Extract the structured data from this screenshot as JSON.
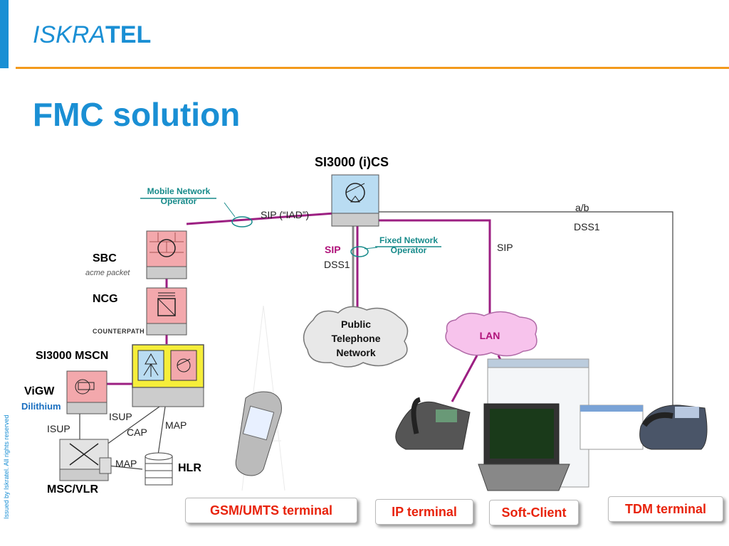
{
  "header": {
    "logo_part1": "ISKRA",
    "logo_part2": "TEL",
    "title": "FMC solution"
  },
  "side_note": "Issued by Iskratel. All rights reserved",
  "nodes": {
    "si3000_cs": "SI3000 (i)CS",
    "sbc": "SBC",
    "sbc_vendor": "acme packet",
    "ncg": "NCG",
    "ncg_vendor": "COUNTERPATH",
    "si3000_mscn": "SI3000 MSCN",
    "vigw": "ViGW",
    "vigw_vendor": "Dilithium",
    "msc_vlr": "MSC/VLR",
    "hlr": "HLR"
  },
  "links": {
    "mobile_operator": "Mobile Network Operator",
    "sip_iad": "SIP (“IAD”)",
    "fixed_operator": "Fixed Network Operator",
    "sip_left": "SIP",
    "dss1_left": "DSS1",
    "sip_right": "SIP",
    "ab": "a/b",
    "dss1_right": "DSS1",
    "isup_1": "ISUP",
    "isup_2": "ISUP",
    "cap": "CAP",
    "map_1": "MAP",
    "map_2": "MAP"
  },
  "clouds": {
    "pstn": "Public Telephone Network",
    "lan": "LAN"
  },
  "terminals": {
    "gsm": "GSM/UMTS terminal",
    "ip": "IP terminal",
    "soft": "Soft-Client",
    "tdm": "TDM terminal"
  },
  "colors": {
    "accent": "#1a8fd4",
    "orange": "#f39a1c",
    "magenta": "#9c1f82",
    "teal": "#168a8a",
    "terminal_text": "#e8230c"
  }
}
